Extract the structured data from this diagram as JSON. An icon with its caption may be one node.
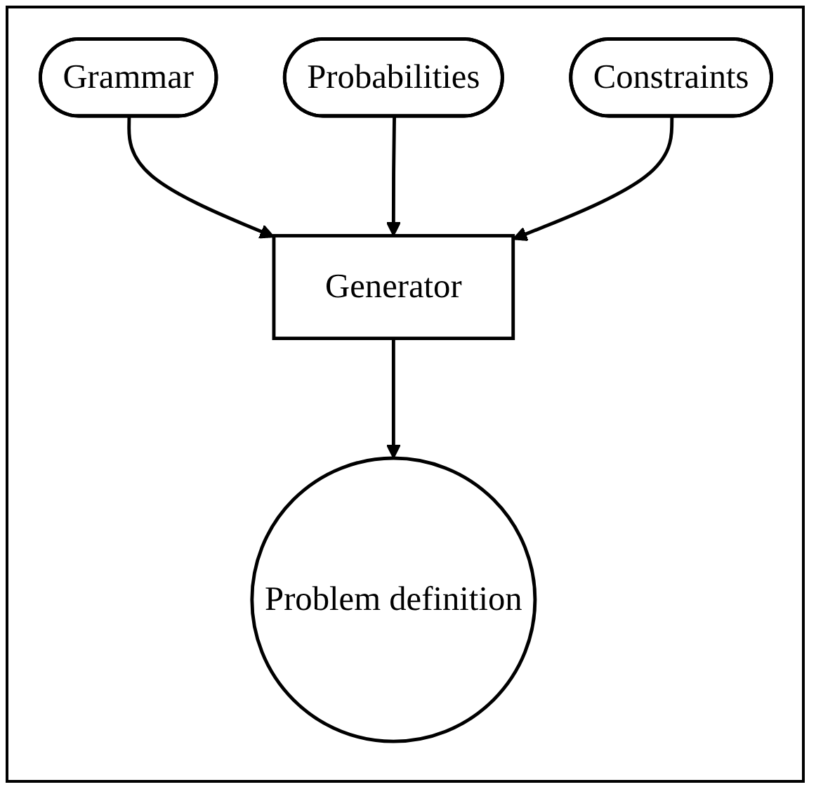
{
  "diagram": {
    "nodes": [
      {
        "text": [
          "Grammar"
        ]
      },
      {
        "text": [
          "Probabilities"
        ]
      },
      {
        "text": [
          "Constraints"
        ]
      },
      {
        "text": [
          "Generator"
        ]
      },
      {
        "text": [
          "Problem definition"
        ]
      }
    ],
    "edges": [
      {
        "from": 0,
        "to": 3,
        "arrow": "to"
      },
      {
        "from": 1,
        "to": 3,
        "arrow": "to"
      },
      {
        "from": 2,
        "to": 3,
        "arrow": "to"
      },
      {
        "from": 3,
        "to": 4,
        "arrow": "to"
      }
    ]
  }
}
